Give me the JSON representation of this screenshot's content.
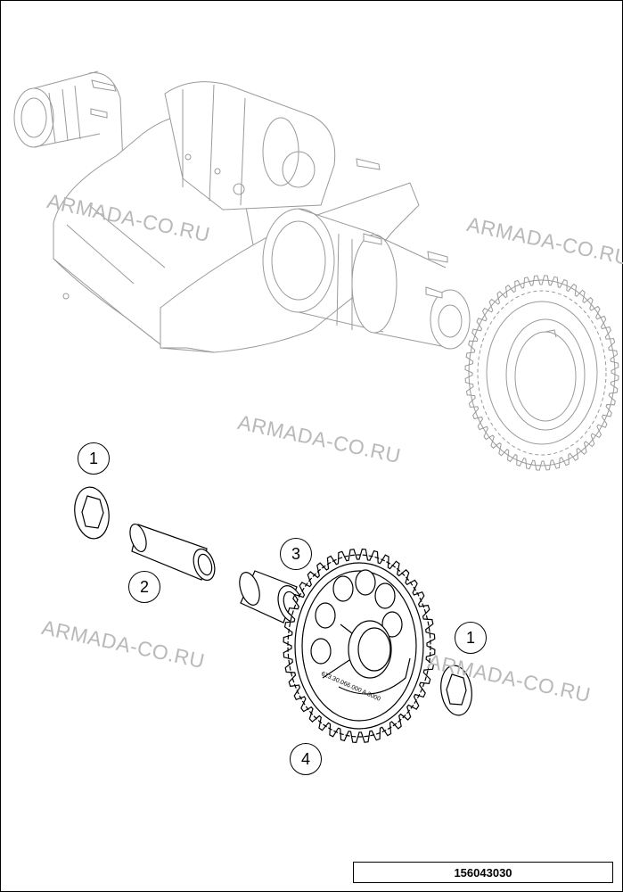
{
  "watermarks": [
    "ARMADA-CO.RU",
    "ARMADA-CO.RU",
    "ARMADA-CO.RU",
    "ARMADA-CO.RU",
    "ARMADA-CO.RU"
  ],
  "callouts": [
    "1",
    "2",
    "3",
    "4",
    "1"
  ],
  "drawing_number": "156043030",
  "gear_marking": "613.30.066.000  A 3000"
}
